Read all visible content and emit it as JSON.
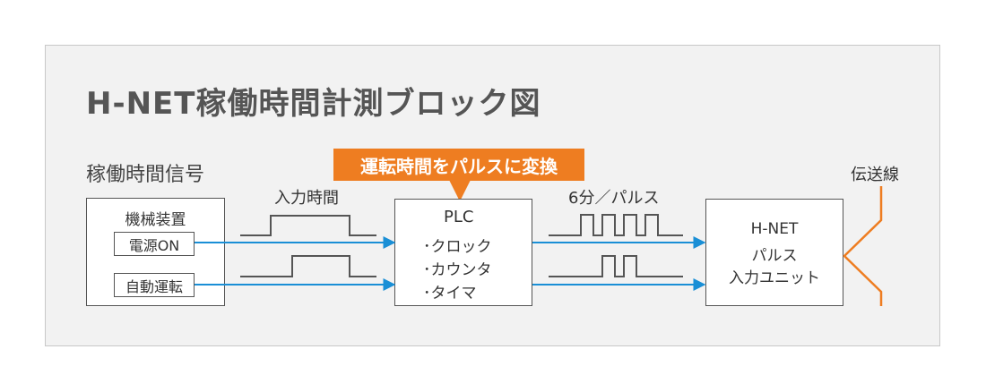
{
  "title": "H-NET稼働時間計測ブロック図",
  "subtitle": "稼働時間信号",
  "source_block": {
    "title": "機械装置",
    "signals": [
      "電源ON",
      "自動運転"
    ]
  },
  "input_label": "入力時間",
  "callout": "運転時間をパルスに変換",
  "plc_block": {
    "title": "PLC",
    "items": [
      "･クロック",
      "･カウンタ",
      "･タイマ"
    ]
  },
  "pulse_label": "6分／パルス",
  "hnet_block": {
    "line1": "H-NET",
    "line2": "パルス",
    "line3": "入力ユニット"
  },
  "transmission_label": "伝送線",
  "colors": {
    "arrow": "#1a8fd6",
    "accent": "#ee7d21",
    "line": "#555555",
    "frame_bg": "#f2f2f2"
  }
}
